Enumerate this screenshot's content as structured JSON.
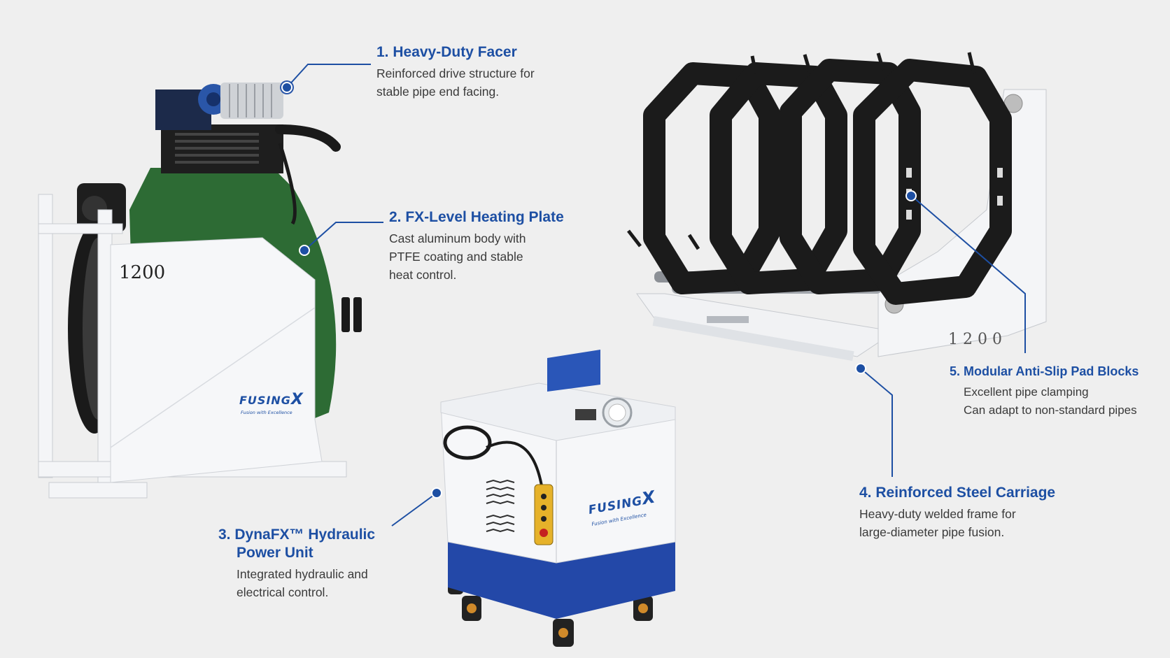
{
  "machine_labels": {
    "facer_model": "1200",
    "frame_model": "1 2 0 0"
  },
  "brand": {
    "name": "FUSING",
    "mark": "X",
    "tagline": "Fusion with Excellence"
  },
  "callouts": [
    {
      "title": "1. Heavy-Duty Facer",
      "lines": [
        "Reinforced drive structure for",
        "stable pipe end facing."
      ]
    },
    {
      "title": "2. FX-Level Heating Plate",
      "lines": [
        "Cast aluminum body with",
        "PTFE coating and stable",
        "heat control."
      ]
    },
    {
      "title_lines": [
        "3. DynaFX™ Hydraulic",
        "Power Unit"
      ],
      "lines": [
        "Integrated hydraulic and",
        "electrical control."
      ]
    },
    {
      "title": "4. Reinforced Steel Carriage",
      "lines": [
        "Heavy-duty welded frame for",
        "large-diameter pipe fusion."
      ]
    },
    {
      "title": "5. Modular Anti-Slip Pad Blocks",
      "lines": [
        "Excellent pipe clamping",
        "Can adapt to non-standard pipes"
      ]
    }
  ],
  "colors": {
    "accent": "#1d4fa3",
    "heating_plate": "#2d6b34",
    "frame": "#f4f5f7",
    "clamp": "#1b1b1b",
    "hpu_blue": "#2348a8",
    "background": "#efefef"
  }
}
